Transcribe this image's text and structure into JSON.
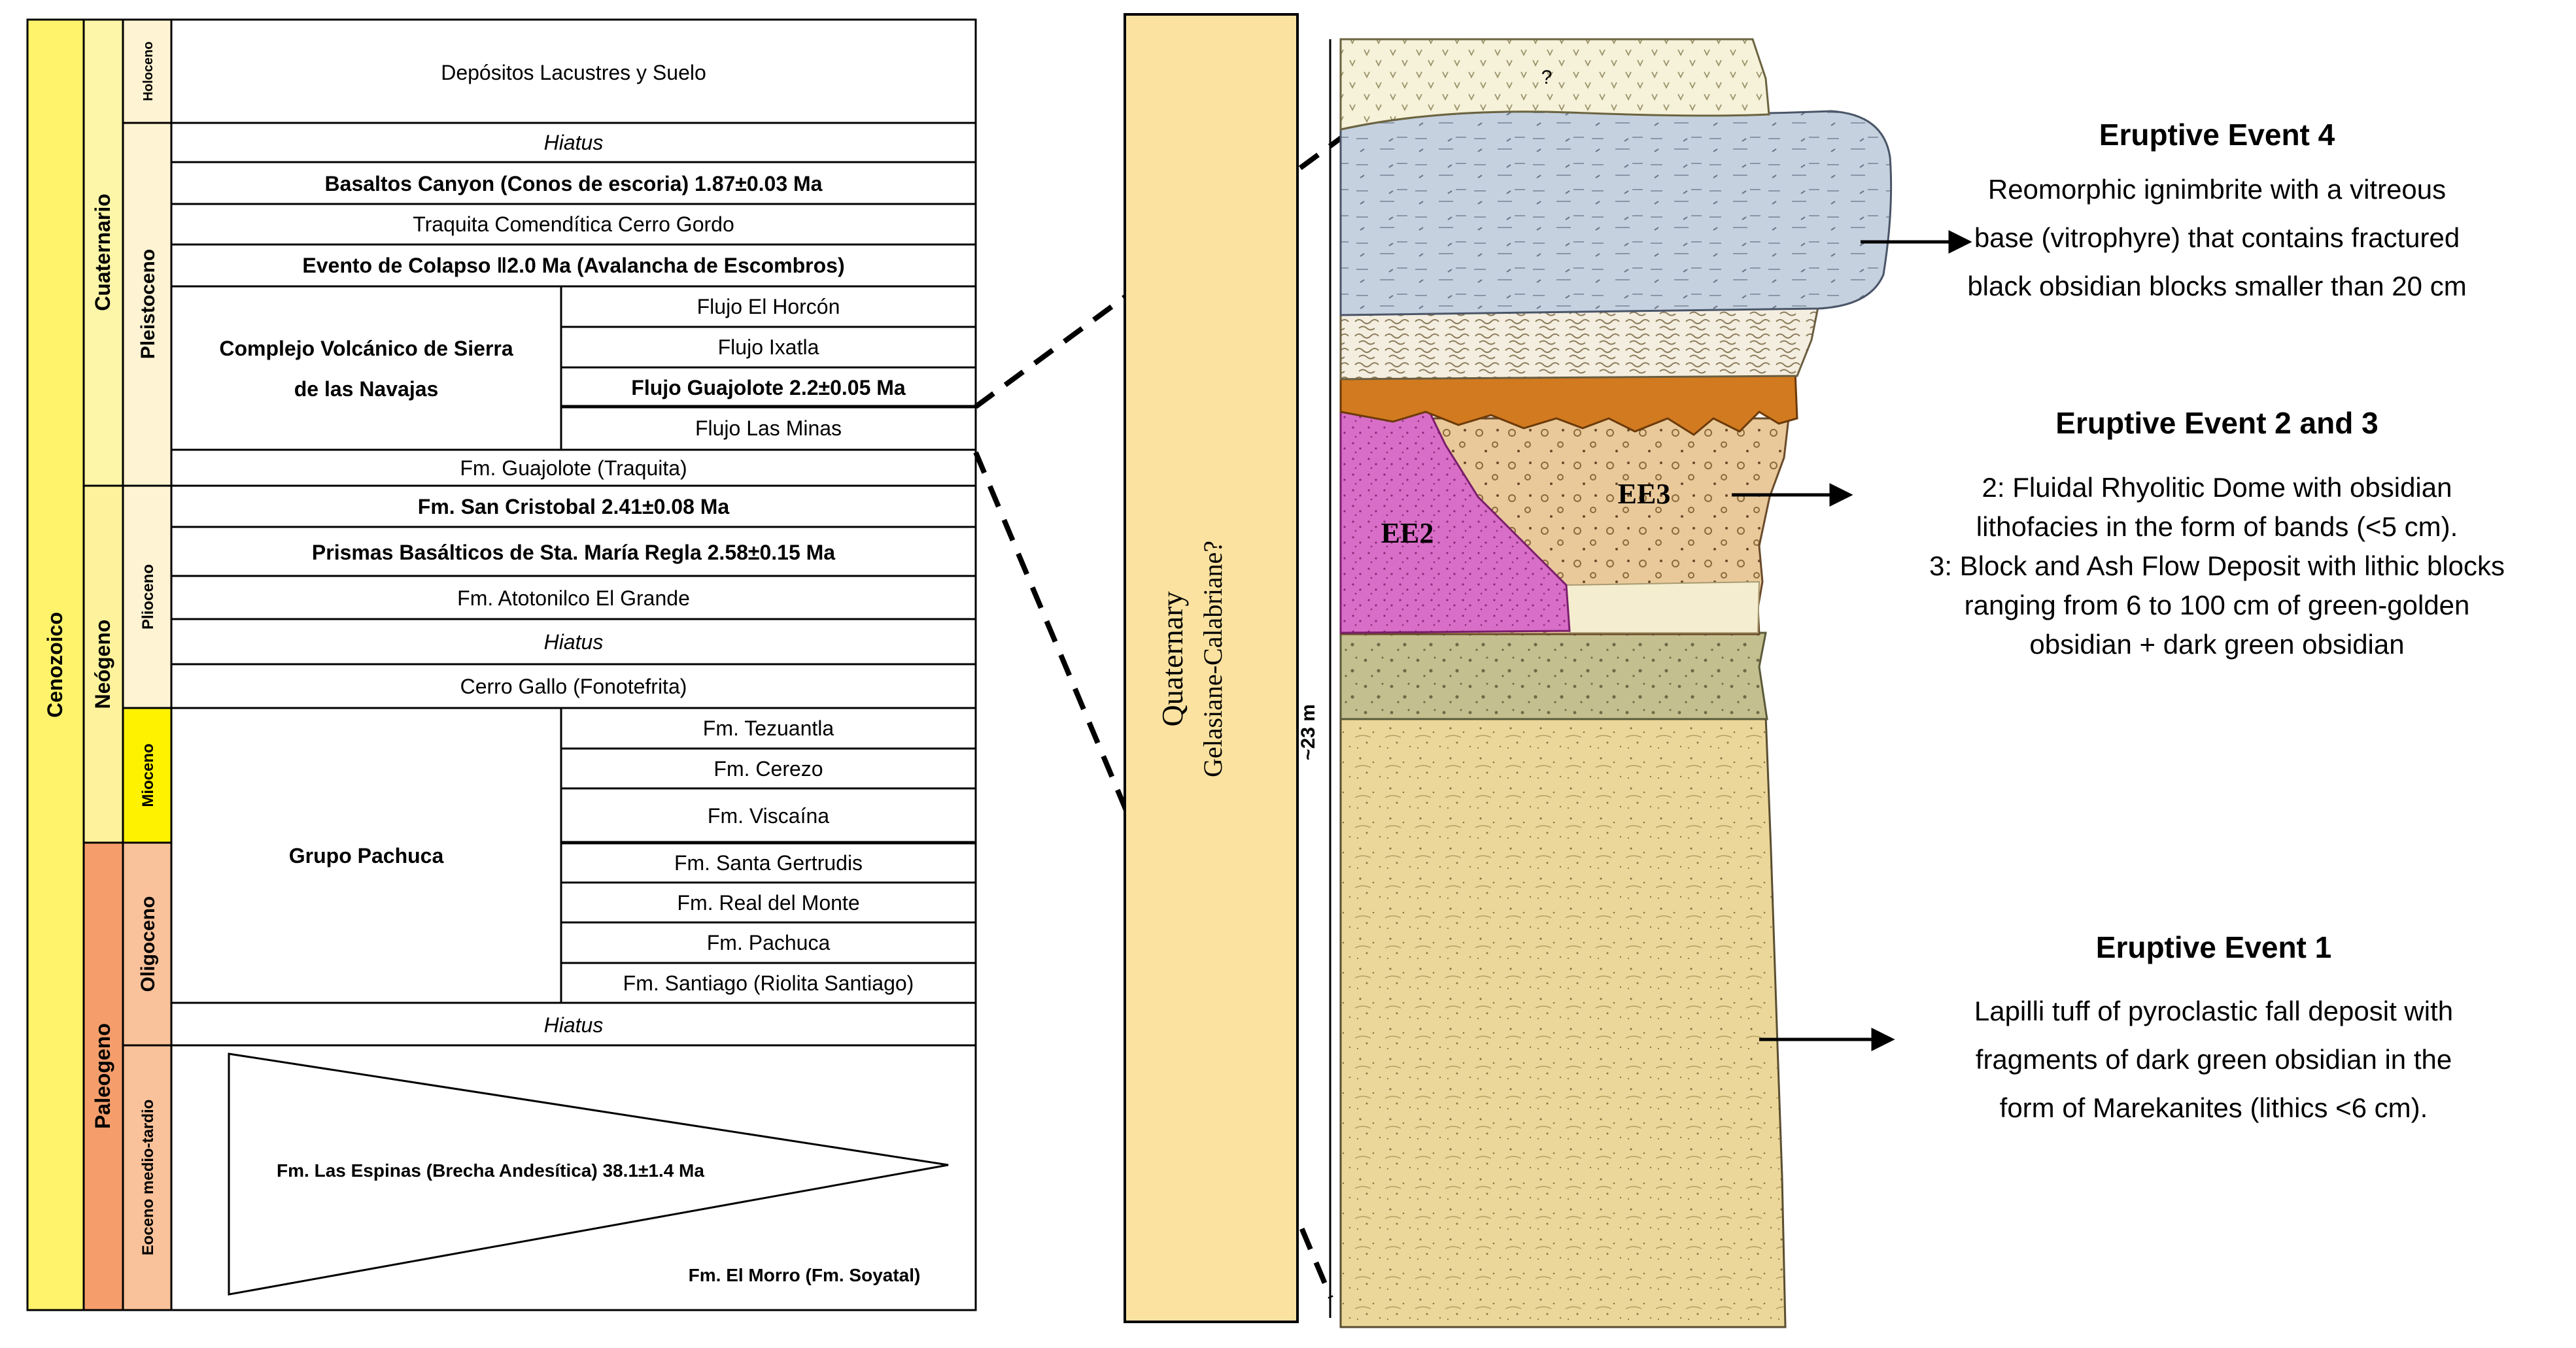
{
  "eras": {
    "cenozoico": "Cenozoico"
  },
  "periods": {
    "cuaternario": "Cuaternario",
    "neogeno": "Neógeno",
    "paleogeno": "Paleogeno"
  },
  "epochs": {
    "holoceno": "Holoceno",
    "pleistoceno": "Pleistoceno",
    "plioceno": "Plioceno",
    "mioceno": "Mioceno",
    "oligoceno": "Oligoceno",
    "eoceno": "Eoceno medio-tardio"
  },
  "units": {
    "depositos": "Depósitos Lacustres y Suelo",
    "hiatus1": "Hiatus",
    "basaltos": "Basaltos Canyon (Conos de escoria) 1.87±0.03 Ma",
    "traquita": "Traquita Comendítica Cerro Gordo",
    "colapso": "Evento de Colapso ‖2.0 Ma (Avalancha de Escombros)",
    "complejo_line1": "Complejo Volcánico de Sierra",
    "complejo_line2": "de las Navajas",
    "flujo_horcon": "Flujo El Horcón",
    "flujo_ixatla": "Flujo Ixatla",
    "flujo_guajolote": "Flujo Guajolote 2.2±0.05 Ma",
    "flujo_minas": "Flujo Las Minas",
    "fm_guajolote": "Fm. Guajolote (Traquita)",
    "fm_san_cristobal": "Fm. San Cristobal 2.41±0.08 Ma",
    "prismas": "Prismas Basálticos de Sta. María Regla 2.58±0.15 Ma",
    "atotonilco": "Fm. Atotonilco El Grande",
    "hiatus2": "Hiatus",
    "cerro_gallo": "Cerro Gallo (Fonotefrita)",
    "grupo_pachuca": "Grupo Pachuca",
    "tezuantla": "Fm. Tezuantla",
    "cerezo": "Fm. Cerezo",
    "viscaina": "Fm. Viscaína",
    "santa_gertrudis": "Fm. Santa Gertrudis",
    "real_del_monte": "Fm. Real del Monte",
    "pachuca": "Fm. Pachuca",
    "santiago": "Fm. Santiago (Riolita Santiago)",
    "hiatus3": "Hiatus",
    "las_espinas": "Fm. Las Espinas (Brecha Andesítica) 38.1±1.4 Ma",
    "el_morro": "Fm. El Morro (Fm. Soyatal)"
  },
  "column_label": {
    "line1": "Quaternary",
    "line2": "Gelasiane-Calabriane?",
    "thickness": "~23 m",
    "question_mark": "?"
  },
  "section_labels": {
    "ee2": "EE2",
    "ee3": "EE3"
  },
  "events": {
    "e4": {
      "title": "Eruptive Event 4",
      "lines": [
        "Reomorphic ignimbrite with a vitreous",
        "base (vitrophyre) that contains fractured",
        "black obsidian blocks smaller than 20 cm"
      ]
    },
    "e23": {
      "title": "Eruptive Event 2 and 3",
      "lines": [
        "2: Fluidal Rhyolitic Dome with obsidian",
        "lithofacies in the form of bands (<5 cm).",
        "3: Block and Ash Flow Deposit with lithic blocks",
        "ranging from 6 to 100 cm of green-golden",
        "obsidian + dark green obsidian"
      ]
    },
    "e1": {
      "title": "Eruptive Event 1",
      "lines": [
        "Lapilli tuff of pyroclastic fall deposit with",
        "fragments of dark green obsidian in the",
        "form of Marekanites (lithics <6 cm)."
      ]
    }
  },
  "colors": {
    "era_yellow": "#fff36b",
    "period_pale": "#fdf6a8",
    "epoch_pale": "#fef3d2",
    "mioceno": "#fff200",
    "paleogeno": "#f59e6b",
    "oligo_epoch": "#fac29a",
    "quaternary_box": "#fbe2a0",
    "tuff": "#e9d496",
    "olive": "#c2bd8c",
    "pink": "#d86fc6",
    "ignimbrite": "#c6d1df",
    "orange_band": "#d27a1f"
  }
}
